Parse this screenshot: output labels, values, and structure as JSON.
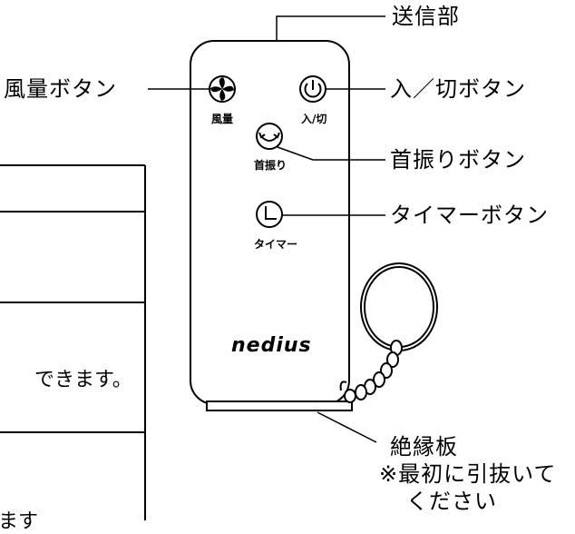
{
  "callouts": {
    "transmitter": "送信部",
    "fan_speed_button": "風量ボタン",
    "power_button": "入／切ボタン",
    "swing_button": "首振りボタン",
    "timer_button": "タイマーボタン",
    "insulation_sheet": "絶縁板",
    "insulation_note_line1": "※最初に引抜いて",
    "insulation_note_line2": "ください"
  },
  "remote": {
    "brand": "nedius",
    "fan_label": "風量",
    "power_label": "入/切",
    "swing_label": "首振り",
    "timer_label": "タイマー"
  },
  "table_fragment": {
    "row_text": "できます。",
    "bottom_text": "ます"
  }
}
